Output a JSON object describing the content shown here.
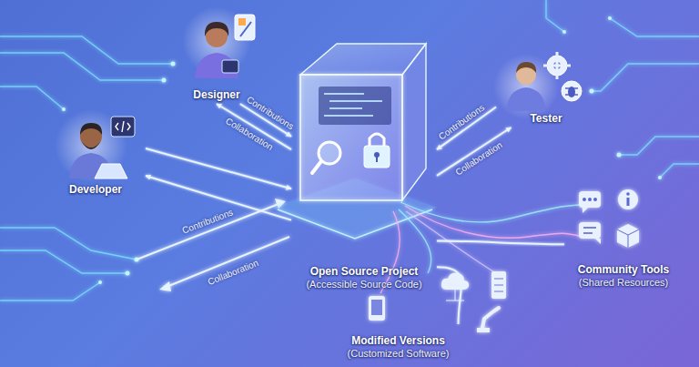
{
  "diagram": {
    "nodes": [
      {
        "text": [
          "Designer"
        ]
      },
      {
        "text": [
          "Tester"
        ]
      },
      {
        "text": [
          "Developer"
        ]
      },
      {
        "text": [
          "Open Source Project",
          "(Accessible Source Code)"
        ]
      },
      {
        "text": [
          "Community Tools",
          "(Shared Resources)"
        ]
      },
      {
        "text": [
          "Modified Versions",
          "(Customized Software)"
        ]
      }
    ],
    "edges": [
      {
        "from": 0,
        "to": 3,
        "label": "Contributions",
        "arrow": "to"
      },
      {
        "from": 3,
        "to": 0,
        "label": "Collaboration",
        "arrow": "to"
      },
      {
        "from": 1,
        "to": 3,
        "label": "Contributions",
        "arrow": "to"
      },
      {
        "from": 3,
        "to": 1,
        "label": "Collaboration",
        "arrow": "to"
      },
      {
        "from": 2,
        "to": 3,
        "arrow": "to"
      },
      {
        "from": 3,
        "to": 2,
        "arrow": "to"
      },
      {
        "from": 3,
        "to": 4,
        "arrow": "none"
      },
      {
        "from": 3,
        "to": 5,
        "arrow": "none"
      }
    ],
    "labels": [
      "Contributions",
      "Collaboration"
    ]
  }
}
